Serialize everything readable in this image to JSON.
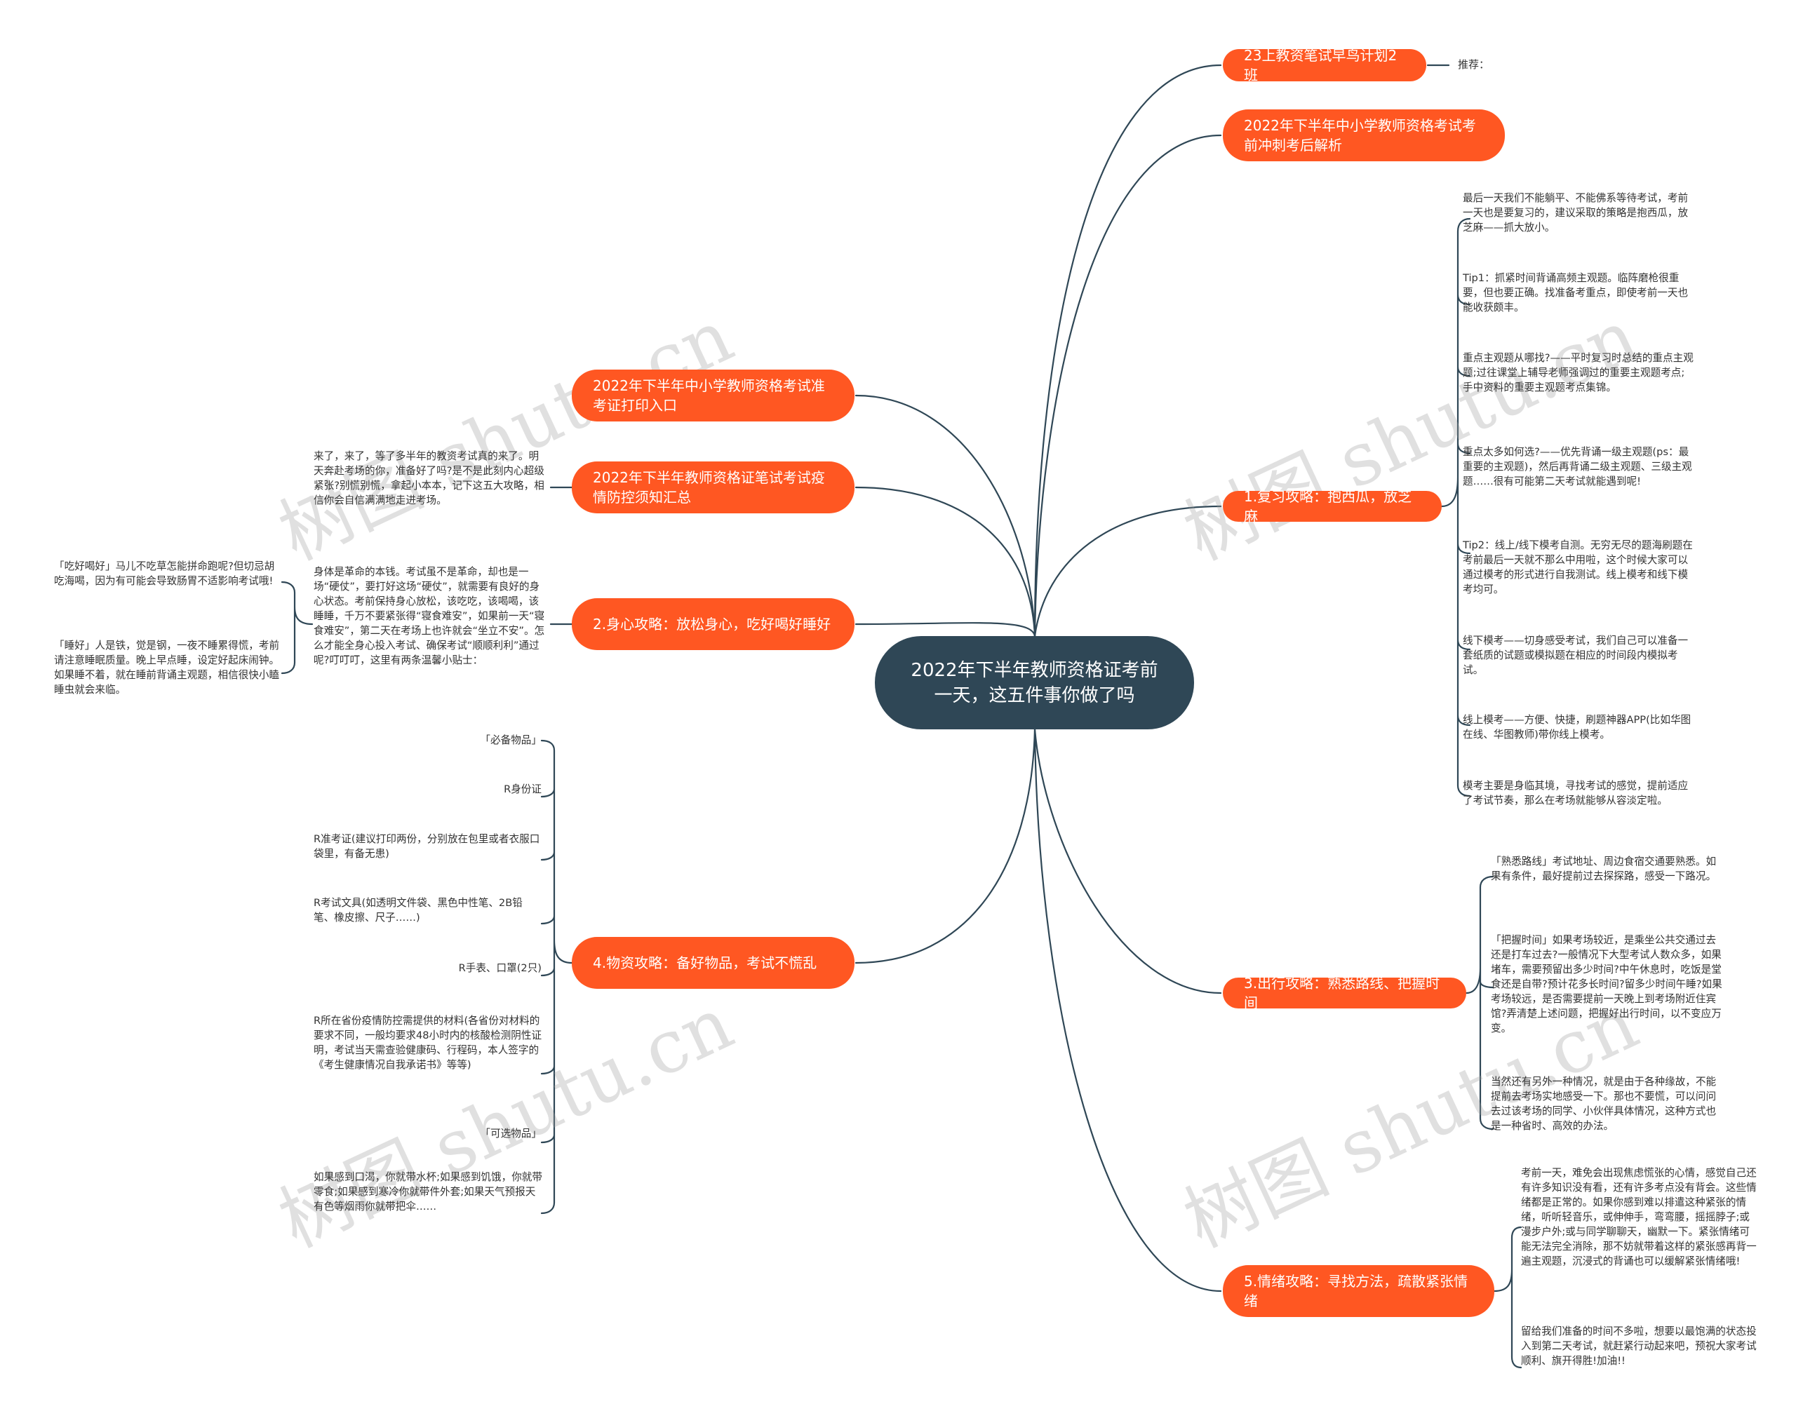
{
  "center": {
    "title": "2022年下半年教师资格证考前一天，这五件事你做了吗"
  },
  "watermark": "树图 shutu.cn",
  "colors": {
    "topic": "#ff5722",
    "center": "#2f4756",
    "leaf_text": "#333333",
    "line": "#2f4756"
  },
  "topics": {
    "t23": "23上教资笔试早鸟计划2班",
    "t23_leaf": "推荐：",
    "jiexi": "2022年下半年中小学教师资格考试考前冲刺考后解析",
    "zkz": "2022年下半年中小学教师资格考试准考证打印入口",
    "yiqing": "2022年下半年教师资格证笔试考试疫情防控须知汇总",
    "yiqing_leaf": "来了，来了，等了多半年的教资考试真的来了。明天奔赴考场的你，准备好了吗?是不是此刻内心超级紧张?别慌别慌，拿起小本本，记下这五大攻略，相信你会自信满满地走进考场。",
    "fuxi": "1.复习攻略：抱西瓜，放芝麻",
    "shenxin": "2.身心攻略：放松身心，吃好喝好睡好",
    "chuxing": "3.出行攻略：熟悉路线、把握时间",
    "wuzi": "4.物资攻略：备好物品，考试不慌乱",
    "qingxu": "5.情绪攻略：寻找方法，疏散紧张情绪"
  },
  "fuxi_leaves": [
    "最后一天我们不能躺平、不能佛系等待考试，考前一天也是要复习的，建议采取的策略是抱西瓜，放芝麻——抓大放小。",
    "Tip1：抓紧时间背诵高频主观题。临阵磨枪很重要，但也要正确。找准备考重点，即使考前一天也能收获颇丰。",
    "重点主观题从哪找?——平时复习时总结的重点主观题;过往课堂上辅导老师强调过的重要主观题考点;手中资料的重要主观题考点集锦。",
    "重点太多如何选?——优先背诵一级主观题(ps：最重要的主观题)，然后再背诵二级主观题、三级主观题……很有可能第二天考试就能遇到呢!",
    "Tip2：线上/线下模考自测。无穷无尽的题海刷题在考前最后一天就不那么中用啦，这个时候大家可以通过模考的形式进行自我测试。线上模考和线下模考均可。",
    "线下模考——切身感受考试，我们自己可以准备一套纸质的试题或模拟题在相应的时间段内模拟考试。",
    "线上模考——方便、快捷，刷题神器APP(比如华图在线、华图教师)带你线上模考。",
    "模考主要是身临其境，寻找考试的感觉，提前适应了考试节奏，那么在考场就能够从容淡定啦。"
  ],
  "shenxin_leaves": {
    "intro": "身体是革命的本钱。考试虽不是革命，却也是一场“硬仗”，要打好这场“硬仗”，就需要有良好的身心状态。考前保持身心放松，该吃吃，该喝喝，该睡睡，千万不要紧张得“寝食难安”，如果前一天“寝食难安”，第二天在考场上也许就会“坐立不安”。怎么才能全身心投入考试、确保考试“顺顺利利”通过呢?叮叮叮，这里有两条温馨小贴士：",
    "tip1": "「吃好喝好」马儿不吃草怎能拼命跑呢?但切忌胡吃海喝，因为有可能会导致肠胃不适影响考试哦!",
    "tip2": "「睡好」人是铁，觉是钢，一夜不睡累得慌，考前请注意睡眠质量。晚上早点睡，设定好起床闹钟。如果睡不着，就在睡前背诵主观题，相信很快小瞌睡虫就会来临。"
  },
  "chuxing_leaves": [
    "「熟悉路线」考试地址、周边食宿交通要熟悉。如果有条件，最好提前过去探探路，感受一下路况。",
    "「把握时间」如果考场较近，是乘坐公共交通过去还是打车过去?一般情况下大型考试人数众多，如果堵车，需要预留出多少时间?中午休息时，吃饭是堂食还是自带?预计花多长时间?留多少时间午睡?如果考场较远，是否需要提前一天晚上到考场附近住宾馆?弄清楚上述问题，把握好出行时间，以不变应万变。",
    "当然还有另外一种情况，就是由于各种缘故，不能提前去考场实地感受一下。那也不要慌，可以问问去过该考场的同学、小伙伴具体情况，这种方式也是一种省时、高效的办法。"
  ],
  "wuzi_leaves": [
    "「必备物品」",
    "R身份证",
    "R准考证(建议打印两份，分别放在包里或者衣服口袋里，有备无患)",
    "R考试文具(如透明文件袋、黑色中性笔、2B铅笔、橡皮擦、尺子……)",
    "R手表、口罩(2只)",
    "R所在省份疫情防控需提供的材料(各省份对材料的要求不同，一般均要求48小时内的核酸检测阴性证明，考试当天需查验健康码、行程码，本人签字的《考生健康情况自我承诺书》等等)",
    "「可选物品」",
    "如果感到口渴，你就带水杯;如果感到饥饿，你就带零食;如果感到寒冷你就带件外套;如果天气预报天有色等烟雨你就带把伞……"
  ],
  "qingxu_leaves": [
    "考前一天，难免会出现焦虑慌张的心情，感觉自己还有许多知识没有看，还有许多考点没有背会。这些情绪都是正常的。如果你感到难以排遣这种紧张的情绪，听听轻音乐，或伸伸手，弯弯腰，摇摇脖子;或漫步户外;或与同学聊聊天，幽默一下。紧张情绪可能无法完全消除，那不妨就带着这样的紧张感再背一遍主观题，沉浸式的背诵也可以缓解紧张情绪哦!",
    "留给我们准备的时间不多啦，想要以最饱满的状态投入到第二天考试，就赶紧行动起来吧，预祝大家考试顺利、旗开得胜!加油!!"
  ]
}
